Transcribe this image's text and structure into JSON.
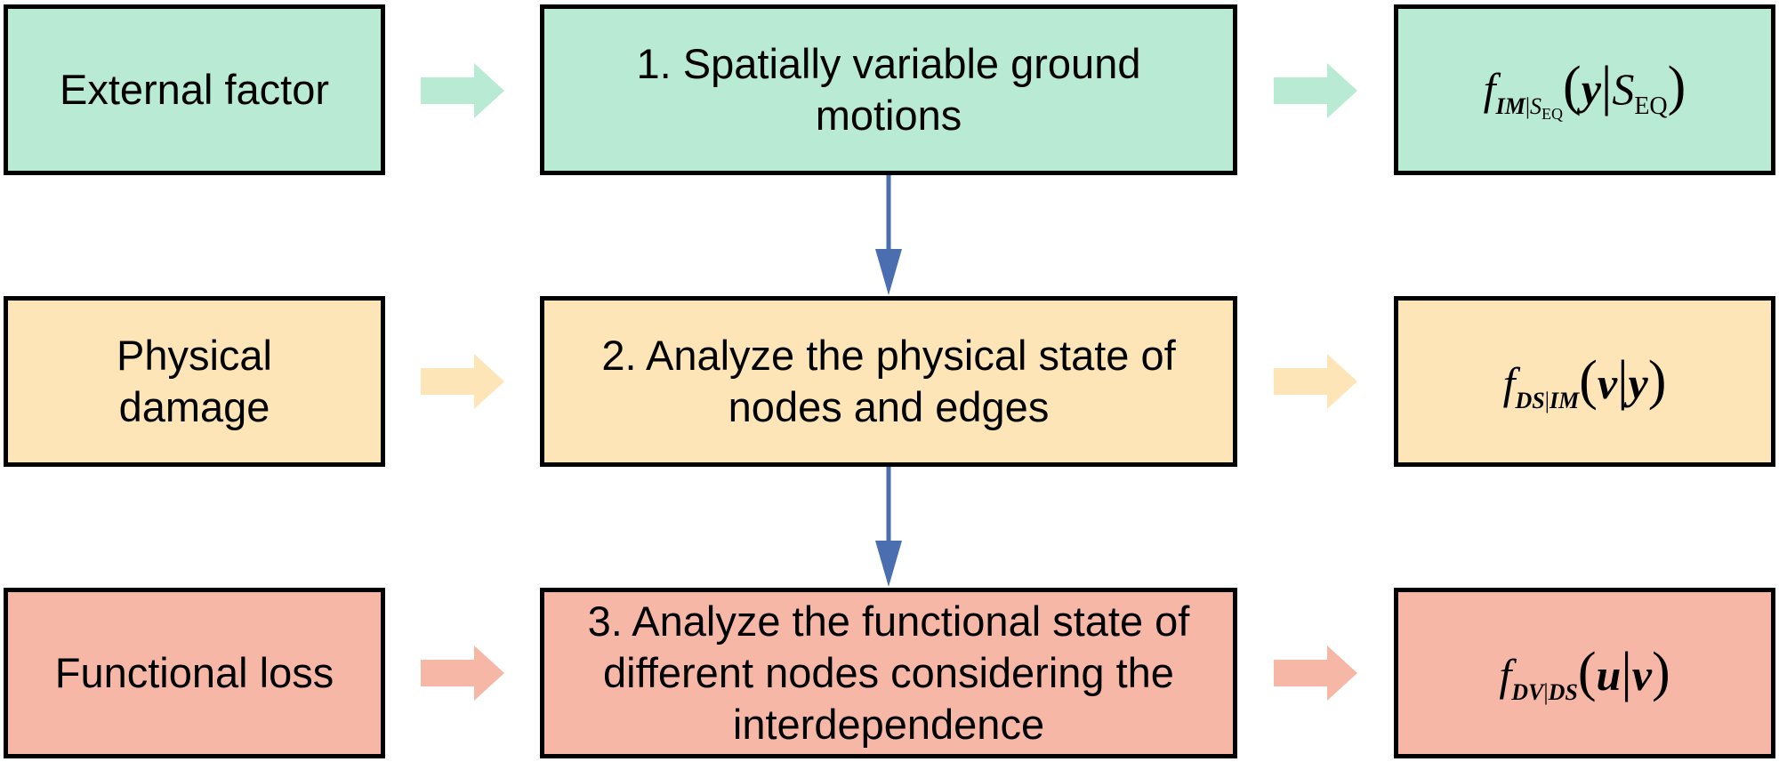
{
  "colors": {
    "green": "#b9ead4",
    "orange": "#fde5b8",
    "red": "#f6b7a7",
    "arrow_green": "#b9ead4",
    "arrow_orange": "#fde5b8",
    "arrow_red": "#f6b7a7",
    "flow_blue": "#4a6eb0"
  },
  "rows": [
    {
      "category": "External factor",
      "step": "1. Spatially variable ground motions",
      "formula": {
        "func": "f",
        "sub_a": "IM",
        "sub_sep": "|",
        "sub_b": "S",
        "sub_b_sub": "EQ",
        "arg1": "y",
        "arg2": "S",
        "arg2_sub": "EQ"
      }
    },
    {
      "category": "Physical damage",
      "step": "2. Analyze the physical state of nodes and edges",
      "formula": {
        "func": "f",
        "sub_a": "DS",
        "sub_sep": "|",
        "sub_b": "IM",
        "arg1": "v",
        "arg2": "y"
      }
    },
    {
      "category": "Functional loss",
      "step": "3. Analyze the functional state of different nodes considering the interdependence",
      "formula": {
        "func": "f",
        "sub_a": "DV",
        "sub_sep": "|",
        "sub_b": "DS",
        "arg1": "u",
        "arg2": "v"
      }
    }
  ]
}
